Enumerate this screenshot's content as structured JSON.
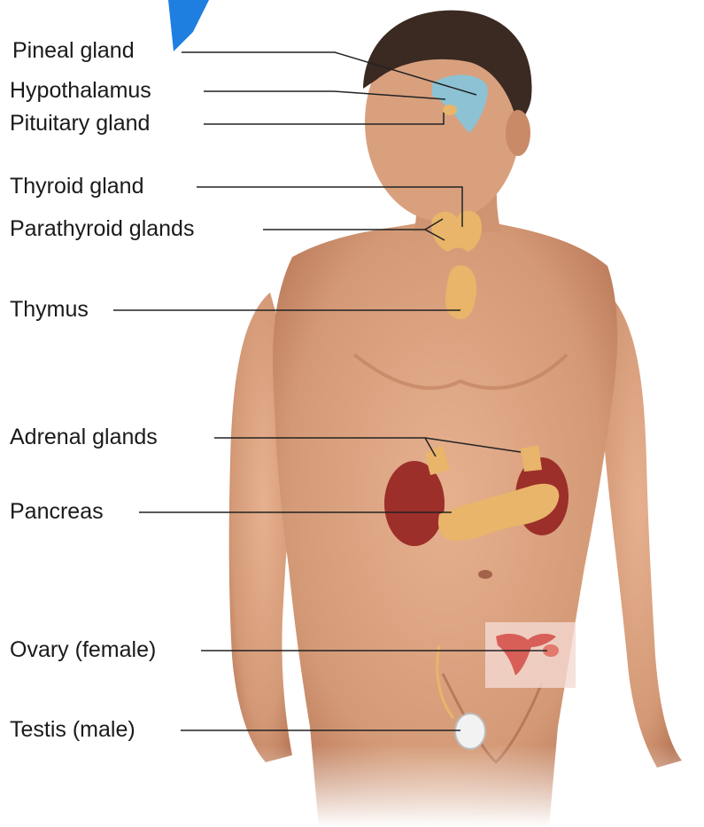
{
  "labels": {
    "pineal": "Pineal gland",
    "hypothalamus": "Hypothalamus",
    "pituitary": "Pituitary gland",
    "thyroid": "Thyroid gland",
    "parathyroid": "Parathyroid glands",
    "thymus": "Thymus",
    "adrenal": "Adrenal glands",
    "pancreas": "Pancreas",
    "ovary": "Ovary (female)",
    "testis": "Testis (male)"
  },
  "colors": {
    "skin": "#d9a07e",
    "skin_shadow": "#b87656",
    "hair": "#3b2a22",
    "gland": "#e8b56a",
    "kidney": "#9c2f2a",
    "pineal_highlight": "#7ec8e3",
    "ovary_inset": "#f4d9d2",
    "leader_line": "#222222"
  }
}
